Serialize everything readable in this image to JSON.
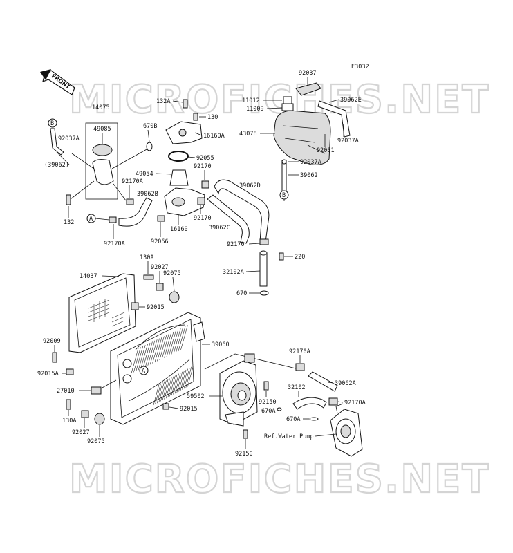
{
  "diagram_code": "E3032",
  "front_label": "FRONT",
  "watermark": "MICROFICHES.NET",
  "markers": {
    "A": "A",
    "B": "B"
  },
  "labels": {
    "p92037_top": "92037",
    "p39062E": "39062E",
    "p11012": "11012",
    "p11009": "11009",
    "p43078": "43078",
    "p92001": "92001",
    "p92037A_r1": "92037A",
    "p92037A_r2": "92037A",
    "p39062_r": "39062",
    "p14075": "14075",
    "p49085": "49085",
    "p92037A_l": "92037A",
    "p39062_paren": "(39062)",
    "p132": "132",
    "p670B": "670B",
    "p92170A_1": "92170A",
    "p92170A_2": "92170A",
    "p132A": "132A",
    "p130": "130",
    "p16160A": "16160A",
    "p92055": "92055",
    "p92170_1": "92170",
    "p49054": "49054",
    "p39062B": "39062B",
    "p39062D": "39062D",
    "p92170_2": "92170",
    "p16160": "16160",
    "p39062C": "39062C",
    "p92066": "92066",
    "p92170_3": "92170",
    "p220": "220",
    "p32102A": "32102A",
    "p670": "670",
    "p14037": "14037",
    "p130A_1": "130A",
    "p92027_1": "92027",
    "p92075_1": "92075",
    "p92015_1": "92015",
    "p92009": "92009",
    "p92015A": "92015A",
    "p39060": "39060",
    "p92170A_3": "92170A",
    "p27010": "27010",
    "p39062A": "39062A",
    "p32102": "32102",
    "p59502": "59502",
    "p92150_1": "92150",
    "p92170A_4": "92170A",
    "p670A_1": "670A",
    "p670A_2": "670A",
    "p92015_2": "92015",
    "p130A_2": "130A",
    "p92027_2": "92027",
    "p92075_2": "92075",
    "ref_water_pump": "Ref.Water Pump",
    "p92150_2": "92150"
  }
}
